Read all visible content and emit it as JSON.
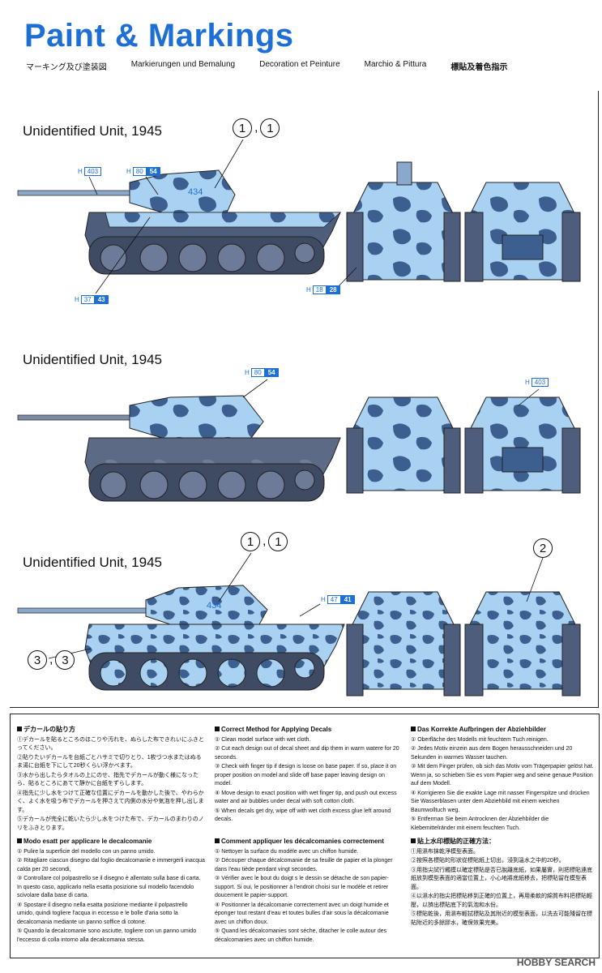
{
  "header": {
    "title": "Paint & Markings",
    "subtitles": [
      "マーキング及び塗装図",
      "Markierungen und Bemalung",
      "Decoration et Peinture",
      "Marchio & Pittura",
      "標貼及着色指示"
    ]
  },
  "units": [
    {
      "label": "Unidentified Unit, 1945"
    },
    {
      "label": "Unidentified Unit, 1945"
    },
    {
      "label": "Unidentified Unit, 1945"
    }
  ],
  "callouts": {
    "c1": {
      "a": "1",
      "b": "1"
    },
    "c2": {
      "a": "1",
      "b": "1"
    },
    "c3": {
      "a": "3",
      "b": "3"
    },
    "c4": {
      "a": "2"
    }
  },
  "decals": {
    "d1": {
      "h": "H",
      "v1": "403"
    },
    "d2": {
      "h": "H",
      "v1": "80",
      "v2": "54"
    },
    "d3": {
      "h": "H",
      "v1": "37",
      "v2": "43"
    },
    "d4": {
      "h": "H",
      "v1": "18",
      "v2": "28"
    },
    "d5": {
      "h": "H",
      "v1": "80",
      "v2": "54"
    },
    "d6": {
      "h": "H",
      "v1": "403"
    },
    "d7": {
      "h": "H",
      "v1": "47",
      "v2": "41"
    }
  },
  "turret_numbers": {
    "t1": "434",
    "t3": "434"
  },
  "colors": {
    "accent": "#1d6fd6",
    "camo_light": "#a9d2f2",
    "camo_dark": "#3c5f8f",
    "hull_gray": "#5d6a86"
  },
  "instructions": {
    "jp": {
      "heading": "デカールの貼り方",
      "items": [
        "①デカールを貼るところのほこりや汚れを、ぬらした布できれいにふきとってください。",
        "②貼りたいデカールを台紙ごとハサミで切りとり、1枚づつ水またはぬるま湯に台紙を下にして20秒くらい浮かべます。",
        "③水から出したらタオルの上にのせ、指先でデカールが動く様になったら、貼るところにあてて静かに台紙をずらします。",
        "④指先に少し水をつけて正確な位置にデカールを動かした後で、やわらかく、よく水を吸う布でデカールを押さえて内側の水分や気泡を押し出します。",
        "⑤デカールが完全に乾いたら少し水をつけた布で、デカールのまわりのノリをふきとります。"
      ]
    },
    "en": {
      "heading": "Correct Method for Applying Decals",
      "items": [
        "① Clean model surface with wet cloth.",
        "② Cut each design out of decal sheet and dip them in warm watere for 20 seconds.",
        "③ Check with finger tip if design is loose on base paper. If so, place it on proper position on model and slide off base paper leaving design on model.",
        "④ Move design to exact position with wet finger tip, and push out excess water and air bubbles under decal with soft cotton cloth.",
        "⑤ When decals get dry, wipe off with wet cloth excess glue left around decals."
      ]
    },
    "de": {
      "heading": "Das Korrekte Aufbringen der Abziehbilder",
      "items": [
        "① Oberfläche des Modells mit feuchtem Tuch reinigen.",
        "② Jedes Motiv einzein aus dem Bogen herausschneiden und 20 Sekunden in warmes Wasser tauchen.",
        "③ Mit dem Finger prüfen, ob sich das Motiv vom Trägerpapier gelöst hat. Wenn ja, so schieben Sie es vom Papier weg and seine genaue Position auf dem Modell.",
        "④ Korrigieren Sie die exakte Lage mit nasser Fingerspitze und drücken Sie Wasserblasen unter dem Abziehbild mit einem weichen Baumwolltuch weg.",
        "⑤ Entferman Sie beim Antrocknen der Abziehbilder die Klebemittelränder mit einem feuchten Tuch."
      ]
    },
    "it": {
      "heading": "Modo esatt per applicare le decalcomanie",
      "items": [
        "① Pulire la superficie del modello con un panno umido.",
        "② Ritagliare ciascun disegno dal foglio decalcomanie e immergerli inacqua calda per 20 secondi,",
        "③ Controllare col polpastrello se il disegno è allentato sulla base di carta. In questo caso, applicarlo nella esatta posizione sul modello facendolo scivolare dalla base di carta.",
        "④ Spostare il disegno nella esatta posizione mediante il polpastrello umido, quindi togliere l'acqua in eccesso e le bolle d'aria sotto la decalcomania mediante un panno soffice di cotone.",
        "⑤ Quando la decalcomanie sono asciutte, togliere con un panno umido l'eccesso di colla intorno alla decalcomania stessa."
      ]
    },
    "fr": {
      "heading": "Comment appliquer les décalcomanies correctement",
      "items": [
        "① Nettoyer la surface du modèle avec un chiffon humide.",
        "② Découper chaque décalcomanie de sa feuille de papier et la plonger dans l'eau tiède pendant vingt secondes.",
        "③ Vérifier avec le bout du doigt s le dessin se détache de son papier-support. Si oui, le positionner à l'endroit choisi sur le modèle et retirer doucement le papier-support.",
        "④ Positionner la décalcomanie correctement avec un doigt humide et éponger tout restant d'eau et toutes bulles d'air sous la décalcomanie avec un chiffon doux.",
        "⑤ Quand les décalcomanies sont séche, ditacher le colle autour des décalcomanies avec un chiffon humide."
      ]
    },
    "cn": {
      "heading": "貼上水印標貼的正確方法：",
      "items": [
        "①用濕布抹乾淨模型表面。",
        "②按照各標貼的形狀從標貼紙上切出，浸到溫水之中約20秒。",
        "③用指尖試行觸摸以確定標貼是否已脫離底紙，如果屬實，則把標貼連底紙放到模型表面的適當位置上，小心地將底紙移去，把標貼留在模型表面。",
        "④以濕水的指尖把標貼移到正確的位置上，再用柔軟的綿質布料把標貼輕壓，以擠出標貼底下的氣泡和水份。",
        "⑤標貼乾後，用濕布輕拭標貼及其附近的模型表面，以洗去可能殘留在標貼附近的多餘膠水，確保效果完美。"
      ]
    }
  },
  "watermark": "HOBBY SEARCH"
}
